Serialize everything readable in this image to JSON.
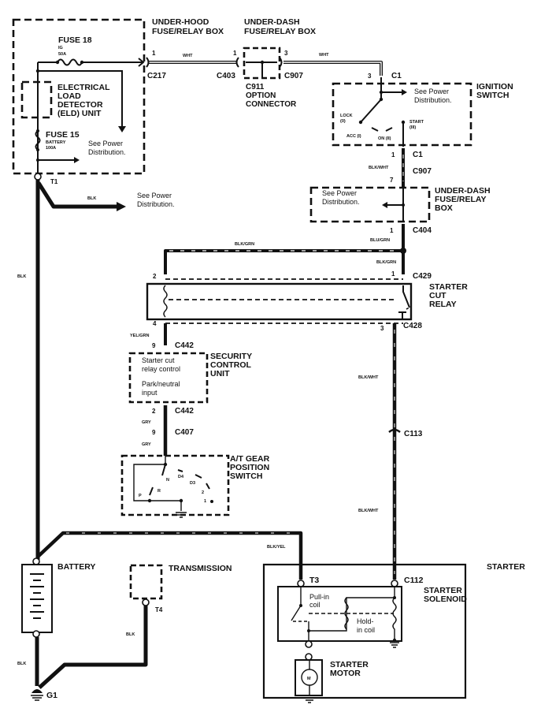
{
  "title": "Starter circuit wiring diagram",
  "components": {
    "under_hood_box": {
      "label_line1": "UNDER-HOOD",
      "label_line2": "FUSE/RELAY BOX"
    },
    "fuse18": {
      "name": "FUSE 18",
      "circuit": "IG",
      "rating": "50A"
    },
    "eld_unit": {
      "line1": "ELECTRICAL",
      "line2": "LOAD",
      "line3": "DETECTOR",
      "line4": "(ELD) UNIT"
    },
    "fuse15": {
      "name": "FUSE 15",
      "circuit": "BATTERY",
      "rating": "100A"
    },
    "see_power_1": {
      "line1": "See Power",
      "line2": "Distribution."
    },
    "under_dash_box_top": {
      "label_line1": "UNDER-DASH",
      "label_line2": "FUSE/RELAY BOX"
    },
    "option_connector": {
      "id": "C911",
      "line1": "OPTION",
      "line2": "CONNECTOR"
    },
    "ignition_switch": {
      "label_line1": "IGNITION",
      "label_line2": "SWITCH",
      "see1": "See Power",
      "see2": "Distribution.",
      "lock1": "LOCK",
      "lock2": "(0)",
      "acc": "ACC (I)",
      "on": "ON (II)",
      "start1": "START",
      "start2": "(III)"
    },
    "under_dash_box_mid": {
      "line1": "UNDER-DASH",
      "line2": "FUSE/RELAY",
      "line3": "BOX",
      "see1": "See Power",
      "see2": "Distribution."
    },
    "see_power_t1": {
      "line1": "See Power",
      "line2": "Distribution."
    },
    "starter_cut_relay": {
      "line1": "STARTER",
      "line2": "CUT",
      "line3": "RELAY"
    },
    "security_unit": {
      "line1": "SECURITY",
      "line2": "CONTROL",
      "line3": "UNIT",
      "in1": "Starter cut",
      "in2": "relay control",
      "in3": "Park/neutral",
      "in4": "input"
    },
    "gear_switch": {
      "line1": "A/T GEAR",
      "line2": "POSITION",
      "line3": "SWITCH",
      "pos_p": "P",
      "pos_r": "R",
      "pos_n": "N",
      "pos_d4": "D4",
      "pos_d3": "D3",
      "pos_2": "2",
      "pos_1": "1"
    },
    "battery": {
      "label": "BATTERY"
    },
    "transmission": {
      "label": "TRANSMISSION",
      "terminal": "T4"
    },
    "starter": {
      "label": "STARTER",
      "solenoid1": "STARTER",
      "solenoid2": "SOLENOID",
      "pull1": "Pull-in",
      "pull2": "coil",
      "hold1": "Hold-",
      "hold2": "in coil",
      "motor1": "STARTER",
      "motor2": "MOTOR",
      "motor_symbol": "M"
    },
    "ground": {
      "label": "G1"
    }
  },
  "connectors": {
    "c217": "C217",
    "c403": "C403",
    "c907a": "C907",
    "c1a": "C1",
    "c1b": "C1",
    "c907b": "C907",
    "c404": "C404",
    "c429": "C429",
    "c428": "C428",
    "c442a": "C442",
    "c442b": "C442",
    "c407": "C407",
    "c113": "C113",
    "c112": "C112",
    "t1": "T1",
    "t3": "T3"
  },
  "pins": {
    "p217": "1",
    "p403": "1",
    "p907": "3",
    "pc1a": "3",
    "pc1b": "1",
    "p907b": "7",
    "p404": "1",
    "p429a": "2",
    "p429b": "1",
    "p428a": "4",
    "p428b": "3",
    "p442a": "9",
    "p442b": "2",
    "p407": "9"
  },
  "wires": {
    "wht1": "WHT",
    "wht2": "WHT",
    "blk_wht1": "BLK/WHT",
    "blk_grn1": "BLU/GRN",
    "blk_grn2": "BLK/GRN",
    "blk_grn3": "BLK/GRN",
    "yel_grn": "YEL/GRN",
    "gry1": "GRY",
    "gry2": "GRY",
    "blk_t1": "BLK",
    "blk_main": "BLK",
    "blk_wht2": "BLK/WHT",
    "blk_wht3": "BLK/WHT",
    "blk_yel": "BLK/YEL",
    "blk_bat": "BLK",
    "blk_trans": "BLK"
  }
}
